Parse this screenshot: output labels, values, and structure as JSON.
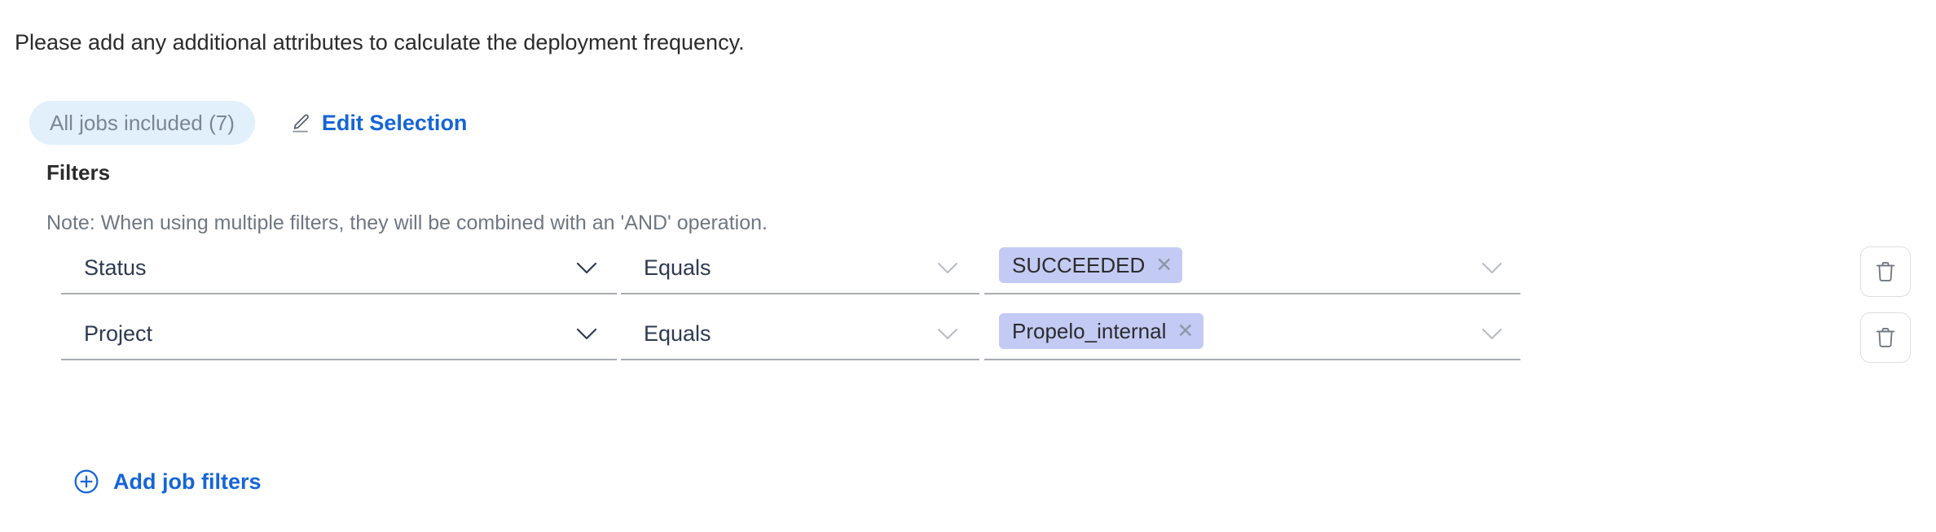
{
  "intro": {
    "text": "Please add any additional attributes to calculate the deployment frequency."
  },
  "summary": {
    "jobs_pill_label": "All jobs included (7)",
    "edit_selection_label": "Edit Selection",
    "pencil_icon": "pencil-icon"
  },
  "filters": {
    "title": "Filters",
    "note": "Note: When using multiple filters, they will be combined with an 'AND' operation.",
    "add_label": "Add job filters",
    "add_icon": "plus-circle-icon",
    "delete_icon": "trash-icon",
    "chevron_icon": "chevron-down-icon",
    "chip_remove_icon": "close-icon",
    "rows": [
      {
        "attribute": "Status",
        "operator": "Equals",
        "values": [
          "SUCCEEDED"
        ]
      },
      {
        "attribute": "Project",
        "operator": "Equals",
        "values": [
          "Propelo_internal"
        ]
      }
    ]
  },
  "colors": {
    "link": "#1565d8",
    "pill_bg": "#e1f0fb",
    "pill_text": "#7b8794",
    "chip_bg": "#c3cbf4",
    "field_underline": "#a9acb2",
    "field_text": "#2e3a52",
    "note_text": "#6f7781"
  }
}
